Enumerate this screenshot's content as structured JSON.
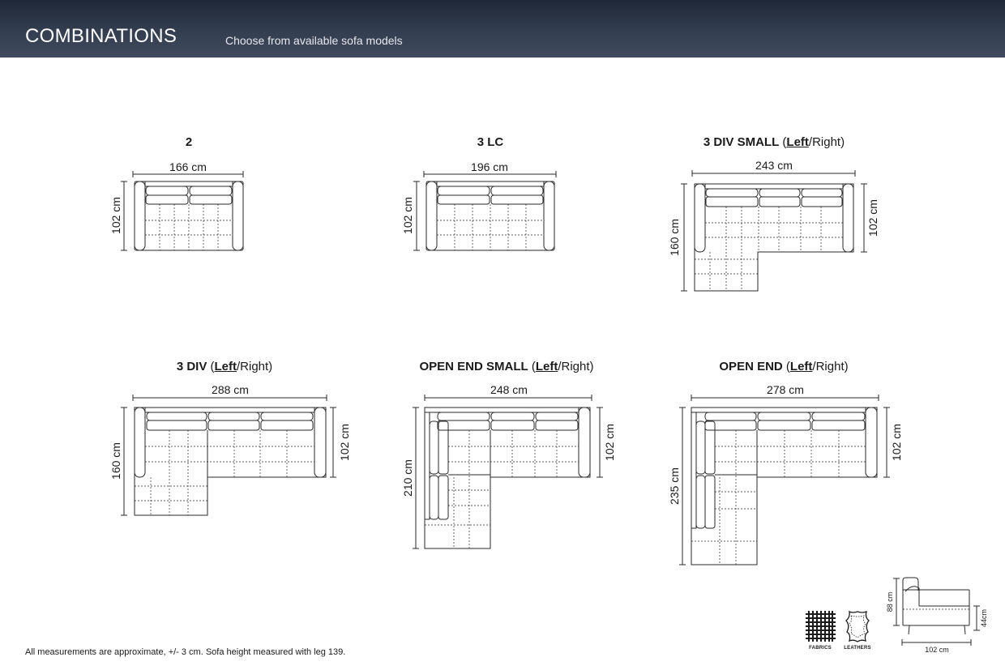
{
  "header": {
    "title": "COMBINATIONS",
    "subtitle": "Choose from available sofa models"
  },
  "models": [
    {
      "name": "2",
      "width": "166 cm",
      "depth": "102 cm"
    },
    {
      "name": "3 LC",
      "width": "196 cm",
      "depth": "102 cm"
    },
    {
      "name": "3 DIV SMALL",
      "open": " (",
      "left": "Left",
      "right": "/Right)",
      "width": "243 cm",
      "depth_total": "160 cm",
      "depth": "102 cm"
    },
    {
      "name": "3 DIV",
      "open": " (",
      "left": "Left",
      "right": "/Right)",
      "width": "288 cm",
      "depth_total": "160 cm",
      "depth": "102 cm"
    },
    {
      "name": "OPEN END SMALL",
      "open": " (",
      "left": "Left",
      "right": "/Right)",
      "width": "248 cm",
      "depth_total": "210 cm",
      "depth": "102 cm"
    },
    {
      "name": "OPEN END",
      "open": " (",
      "left": "Left",
      "right": "/Right)",
      "width": "278 cm",
      "depth_total": "235 cm",
      "depth": "102 cm"
    }
  ],
  "side_view": {
    "height": "88 cm",
    "seat_height": "44cm",
    "depth": "102 cm"
  },
  "icons": {
    "fabrics": "FABRICS",
    "leathers": "LEATHERS"
  },
  "colors": {
    "header_dark": "#1e2838",
    "header_light": "#3f4a5c",
    "line": "#2a2a2a"
  },
  "footnote": "All measurements are approximate, +/- 3 cm. Sofa height measured with leg 139."
}
